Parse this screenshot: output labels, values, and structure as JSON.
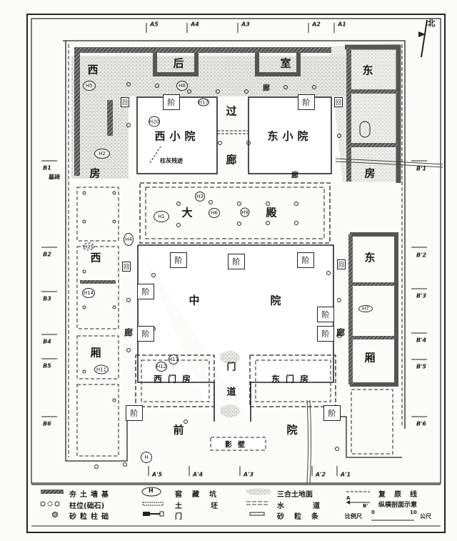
{
  "compass": {
    "north_label": "北"
  },
  "rooms": {
    "west_nw": "西",
    "rear_1": "后",
    "rear_2": "室",
    "east_ne": "东",
    "west_small_yard": "西小院",
    "east_small_yard": "东小院",
    "passage_1": "过",
    "passage_2": "廊",
    "corridor": "廊",
    "corridor_e": "廊",
    "west_room": "房",
    "east_room": "房",
    "hall_1": "大",
    "hall_2": "殿",
    "west_wing_1": "西",
    "east_wing_1": "东",
    "middle_1": "中",
    "middle_2": "院",
    "west_wing_2": "厢",
    "east_wing_2": "厢",
    "corridor_w2": "廊",
    "corridor_e2": "廊",
    "west_gatehouse": "西门房",
    "east_gatehouse": "东门房",
    "gate_1": "门",
    "gate_2": "道",
    "front_1": "前",
    "front_2": "院",
    "screen_wall": "影壁",
    "pillar_note": "柱灰残迹",
    "tomb_note": "墓碑"
  },
  "steps": {
    "label": "阶",
    "small": "回"
  },
  "pits": [
    "H1",
    "H3",
    "H6",
    "H9",
    "H4",
    "H8",
    "H17",
    "H20",
    "H5",
    "H2",
    "H21",
    "H14",
    "H11",
    "H12",
    "H13",
    "H7",
    "H"
  ],
  "sections": {
    "top": [
      "A5",
      "A4",
      "A3",
      "A2",
      "A1"
    ],
    "bottom": [
      "A'5",
      "A'4",
      "A'3",
      "A'2",
      "A'1"
    ],
    "left": [
      "B1",
      "B2",
      "B3",
      "B4",
      "B5",
      "B6"
    ],
    "right": [
      "B'1",
      "B'2",
      "B'3",
      "B'4",
      "B'5",
      "B'6"
    ]
  },
  "legend": {
    "rammed_wall": "夯土墙基",
    "pillar": "柱位(础石)",
    "sand_pillar": "砂粒柱础",
    "pit_symbol": "H",
    "pit": "窖藏坑",
    "adobe": "土坯",
    "door": "门",
    "floor": "三合土地面",
    "water": "水道",
    "sand_strip": "砂粒条",
    "restored": "复原线",
    "section": "纵横剖面示意",
    "section_sym_a": "A",
    "section_sym_b": "B'",
    "scale_label": "比例尺",
    "scale_0": "0",
    "scale_max": "10",
    "scale_unit": "公尺"
  }
}
